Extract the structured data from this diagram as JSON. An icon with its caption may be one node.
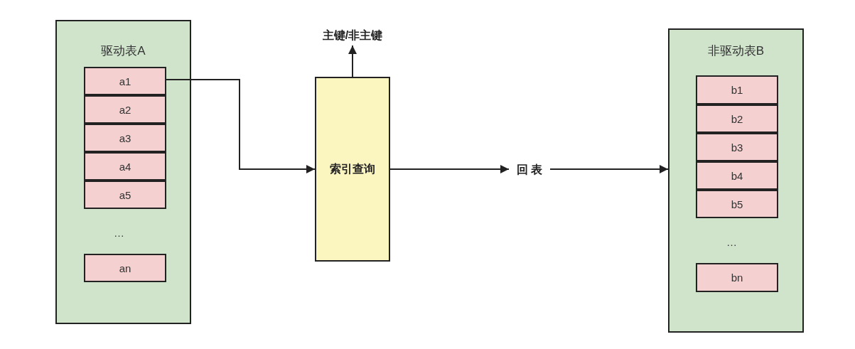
{
  "diagram": {
    "nodes": [
      {
        "text": [
          "驱动表A"
        ]
      },
      {
        "text": [
          "a1"
        ],
        "in": 0
      },
      {
        "text": [
          "a2"
        ],
        "in": 0
      },
      {
        "text": [
          "a3"
        ],
        "in": 0
      },
      {
        "text": [
          "a4"
        ],
        "in": 0
      },
      {
        "text": [
          "a5"
        ],
        "in": 0
      },
      {
        "text": [
          "an"
        ],
        "in": 0
      },
      {
        "text": [
          "索引查询"
        ]
      },
      {
        "text": [
          "主键/非主键"
        ]
      },
      {
        "text": [
          "回 表"
        ]
      },
      {
        "text": [
          "非驱动表B"
        ]
      },
      {
        "text": [
          "b1"
        ],
        "in": 10
      },
      {
        "text": [
          "b2"
        ],
        "in": 10
      },
      {
        "text": [
          "b3"
        ],
        "in": 10
      },
      {
        "text": [
          "b4"
        ],
        "in": 10
      },
      {
        "text": [
          "b5"
        ],
        "in": 10
      },
      {
        "text": [
          "bn"
        ],
        "in": 10
      }
    ],
    "edges": [
      {
        "from": 1,
        "to": 7,
        "arrow": "to"
      },
      {
        "from": 7,
        "to": 8,
        "arrow": "to"
      },
      {
        "from": 7,
        "to": 9,
        "arrow": "to"
      },
      {
        "from": 9,
        "to": 10,
        "arrow": "to"
      }
    ],
    "labels": [
      "…",
      "…"
    ]
  }
}
